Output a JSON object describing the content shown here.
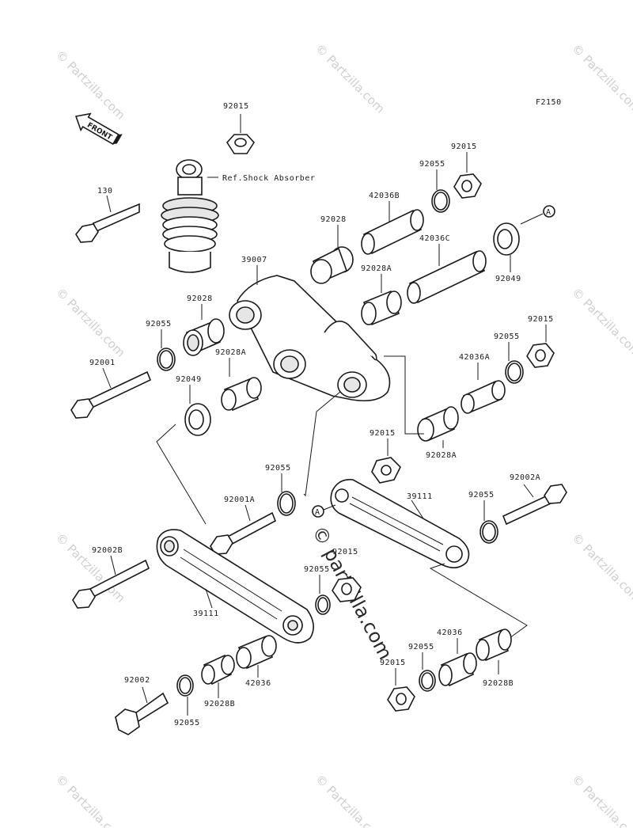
{
  "diagram": {
    "figure_code": "F2150",
    "front_label": "FRONT",
    "ref_label": "Ref.Shock Absorber",
    "callout_a": "A",
    "watermark": "© Partzilla.com",
    "watermark_center": "© partzilla.com",
    "parts": [
      "92015",
      "130",
      "42036B",
      "92055",
      "92015",
      "92028",
      "42036C",
      "92049",
      "39007",
      "92028A",
      "92028",
      "92055",
      "92028A",
      "92015",
      "92055",
      "42036A",
      "92001",
      "92049",
      "92015",
      "92028A",
      "92055",
      "92002A",
      "92001A",
      "39111",
      "92055",
      "92002B",
      "92015",
      "92055",
      "39111",
      "42036",
      "92055",
      "92015",
      "92002",
      "92028B",
      "42036",
      "92055",
      "92028B"
    ]
  }
}
